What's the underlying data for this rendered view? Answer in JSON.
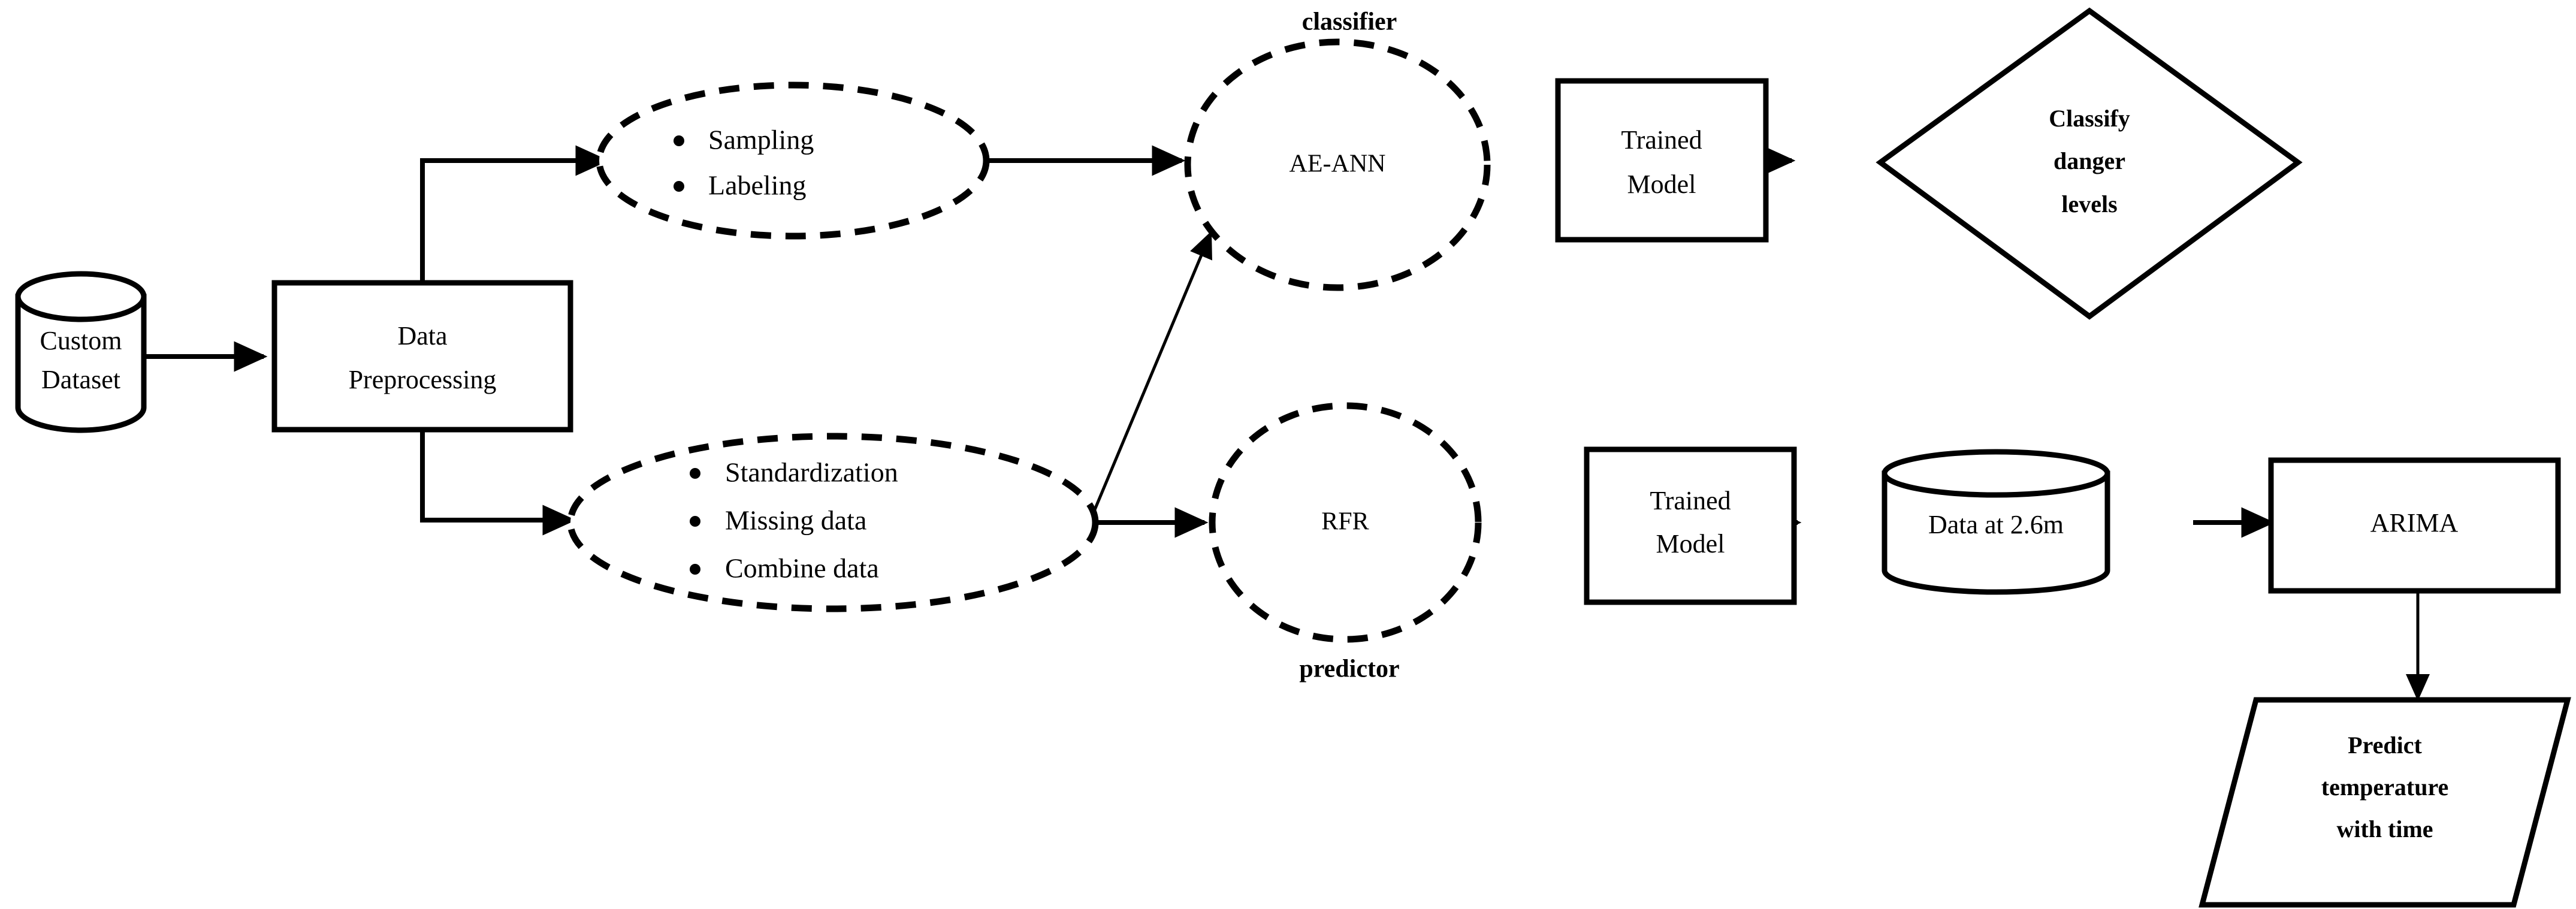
{
  "diagram": {
    "title": "Machine learning pipeline flowchart",
    "accent_color": "#000000",
    "background_color": "#ffffff",
    "nodes": {
      "custom_dataset": {
        "label": "Custom\nDataset",
        "line1": "Custom",
        "line2": "Dataset",
        "shape": "cylinder"
      },
      "data_preprocessing": {
        "line1": "Data",
        "line2": "Preprocessing",
        "shape": "rectangle"
      },
      "sampling_ellipse": {
        "shape": "dashed-ellipse",
        "bullets": [
          "Sampling",
          "Labeling"
        ]
      },
      "standardization_ellipse": {
        "shape": "dashed-ellipse",
        "bullets": [
          "Standardization",
          "Missing data",
          "Combine data"
        ]
      },
      "ae_ann": {
        "label": "AE-ANN",
        "shape": "dashed-circle",
        "group_label": "classifier"
      },
      "rfr": {
        "label": "RFR",
        "shape": "dashed-circle",
        "group_label": "predictor"
      },
      "trained_model_top": {
        "line1": "Trained",
        "line2": "Model",
        "shape": "rectangle"
      },
      "trained_model_bottom": {
        "line1": "Trained",
        "line2": "Model",
        "shape": "rectangle"
      },
      "classify_danger": {
        "shape": "diamond",
        "line1": "Classify",
        "line2": "danger",
        "line3": "levels"
      },
      "data_store": {
        "label": "Data at 2.6m",
        "shape": "cylinder"
      },
      "arima": {
        "label": "ARIMA",
        "shape": "rectangle"
      },
      "predict_output": {
        "shape": "parallelogram",
        "line1": "Predict",
        "line2": "temperature",
        "line3": "with time"
      }
    },
    "edges": [
      {
        "from": "custom_dataset",
        "to": "data_preprocessing",
        "style": "solid-arrow"
      },
      {
        "from": "data_preprocessing",
        "to": "sampling_ellipse",
        "style": "solid-arrow-elbow-up"
      },
      {
        "from": "data_preprocessing",
        "to": "standardization_ellipse",
        "style": "solid-arrow-elbow-down"
      },
      {
        "from": "sampling_ellipse",
        "to": "ae_ann",
        "style": "solid-arrow"
      },
      {
        "from": "standardization_ellipse",
        "to": "ae_ann",
        "style": "solid-arrow-diagonal"
      },
      {
        "from": "standardization_ellipse",
        "to": "rfr",
        "style": "solid-arrow"
      },
      {
        "from": "ae_ann",
        "to": "trained_model_top",
        "style": "solid-arrow"
      },
      {
        "from": "trained_model_top",
        "to": "classify_danger",
        "style": "solid-arrow"
      },
      {
        "from": "rfr",
        "to": "trained_model_bottom",
        "style": "solid-arrow"
      },
      {
        "from": "trained_model_bottom",
        "to": "data_store",
        "style": "solid-arrow"
      },
      {
        "from": "data_store",
        "to": "arima",
        "style": "solid-arrow"
      },
      {
        "from": "arima",
        "to": "predict_output",
        "style": "solid-arrow-vertical"
      }
    ]
  }
}
